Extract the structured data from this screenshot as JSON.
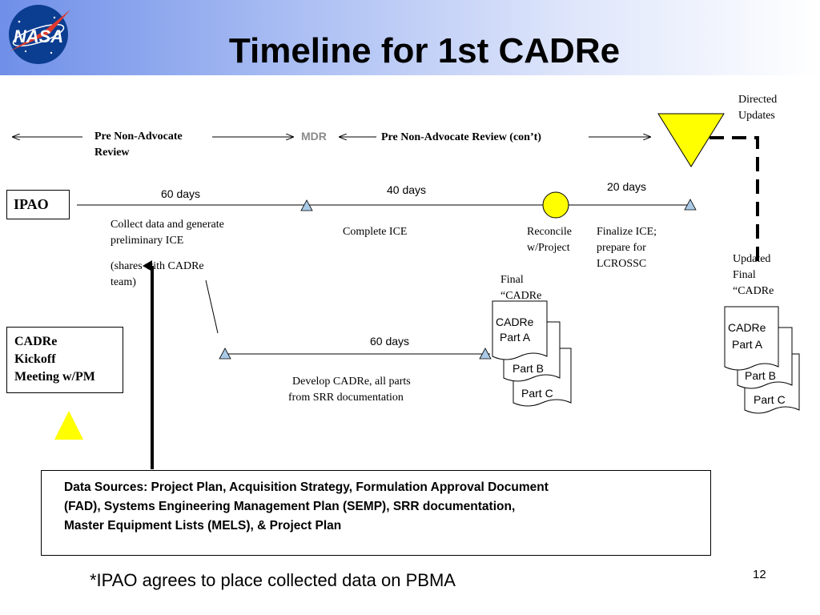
{
  "slide": {
    "title": "Timeline for 1st CADRe",
    "logo_text": "NASA",
    "page_number": "12",
    "footnote": "*IPAO agrees to place collected data on PBMA"
  },
  "phases": {
    "pre_nar_line1": "Pre Non-Advocate",
    "pre_nar_line2": "Review",
    "mdr": "MDR",
    "pre_nar_cont": "Pre Non-Advocate Review (con’t)",
    "directed_line1": "Directed",
    "directed_line2": "Updates"
  },
  "ipao": {
    "label": "IPAO",
    "days_1": "60 days",
    "days_2": "40 days",
    "days_3": "20 days",
    "collect_line1": "Collect data and generate",
    "collect_line2": "preliminary ICE",
    "shares_line1": "(shares with CADRe",
    "shares_line2": "team)",
    "complete_ice": "Complete ICE",
    "reconcile_line1": "Reconcile",
    "reconcile_line2": "w/Project",
    "finalize_line1": "Finalize ICE;",
    "finalize_line2": "prepare for",
    "finalize_line3": "LCROSSC"
  },
  "cadre_team": {
    "kickoff_line1": "CADRe",
    "kickoff_line2": "Kickoff",
    "kickoff_line3": "Meeting w/PM",
    "days": "60 days",
    "develop_line1": "Develop CADRe, all parts",
    "develop_line2": "from SRR documentation"
  },
  "final_docs": {
    "label_line1": "Final",
    "label_line2": "“CADRe",
    "part_a_line1": "CADRe",
    "part_a_line2": "Part A",
    "part_b": "Part B",
    "part_c": "Part C"
  },
  "updated_docs": {
    "label_line1": "Updated",
    "label_line2": "Final",
    "label_line3": "“CADRe",
    "part_a_line1": "CADRe",
    "part_a_line2": "Part A",
    "part_b": "Part B",
    "part_c": "Part C"
  },
  "data_sources": {
    "line1": "Data Sources: Project Plan, Acquisition Strategy, Formulation Approval Document",
    "line2": "(FAD), Systems Engineering Management Plan (SEMP), SRR documentation,",
    "line3": "Master Equipment Lists (MELS), & Project Plan"
  },
  "colors": {
    "header_blue": "#6f8fe8",
    "milestone_triangle": "#a9c9e6",
    "yellow": "#ffff00"
  }
}
